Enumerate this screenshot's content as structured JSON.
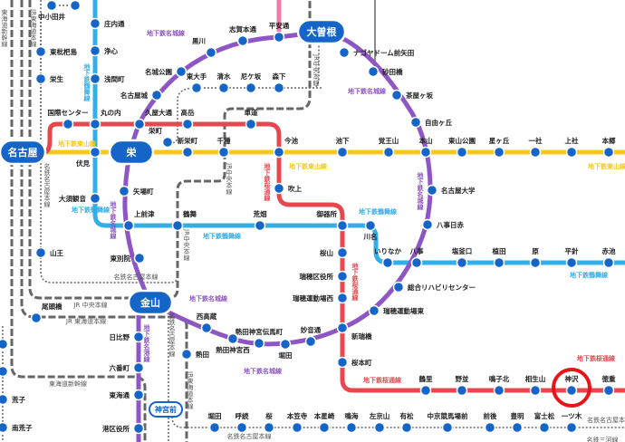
{
  "badges": [
    "名古屋",
    "栄",
    "大曽根",
    "金山",
    "神宮前"
  ],
  "stations": [
    "庄内通",
    "浄心",
    "浅間町",
    "東枇杷島",
    "栄生",
    "国際センター",
    "丸の内",
    "伏見",
    "大須観音",
    "山王",
    "尾頭橋",
    "名古屋城",
    "名城公園",
    "黒川",
    "志賀本通",
    "平安通",
    "ナゴヤドーム前矢田",
    "砂田橋",
    "茶屋ヶ坂",
    "自由ヶ丘",
    "本山",
    "名古屋大学",
    "八事日赤",
    "八事",
    "総合リハビリセンター",
    "瑞穂運動場東",
    "新瑞橋",
    "妙音通",
    "堀田",
    "熱田神宮伝馬町",
    "熱田神宮西",
    "西高蔵",
    "東別院",
    "矢場町",
    "久屋大通",
    "高岳",
    "車道",
    "今池",
    "吹上",
    "御器所",
    "桜山",
    "瑞穂区役所",
    "瑞穂運動場西",
    "桜本町",
    "鶴里",
    "野並",
    "鳴子北",
    "相生山",
    "神沢",
    "徳重",
    "新栄町",
    "千種",
    "池下",
    "覚王山",
    "東山公園",
    "星ヶ丘",
    "一社",
    "上社",
    "本郷",
    "上前津",
    "鶴舞",
    "荒畑",
    "川名",
    "いりなか",
    "塩釜口",
    "植田",
    "原",
    "平針",
    "赤池",
    "日比野",
    "六番町",
    "東海通",
    "港区役所",
    "熱田",
    "東大手",
    "清水",
    "尼ケ坂",
    "森下",
    "栄町",
    "中小田井",
    "荒子",
    "南荒子",
    "堀田",
    "呼続",
    "桜",
    "本笠寺",
    "本星崎",
    "鳴海",
    "左京山",
    "有松",
    "中京競馬場前",
    "前後",
    "豊明",
    "富士松",
    "一ツ木"
  ],
  "line_labels": [
    "地下鉄名城線",
    "地下鉄名城線",
    "地下鉄名城線",
    "地下鉄名城線",
    "地下鉄名城線",
    "地下鉄東山線",
    "地下鉄東山線",
    "地下鉄東山線",
    "地下鉄鶴舞線",
    "地下鉄鶴舞線",
    "地下鉄鶴舞線",
    "地下鉄鶴舞線",
    "地下鉄鶴舞線",
    "地下鉄桜通線",
    "地下鉄桜通線",
    "地下鉄桜通線",
    "地下鉄桜通線",
    "地下鉄名港線",
    "地下鉄名城線"
  ],
  "rail_labels": [
    "JR東海道本線",
    "東海道新幹線",
    "JR中央本線",
    "JR中央本線",
    "JR中央本線",
    "JR 中央本線",
    "JR 東海道本線",
    "名鉄名古屋本線",
    "名鉄名古屋本線",
    "東海道新幹線",
    "名鉄名古屋本線",
    "JR東海道本線",
    "名鉄名古屋本線",
    "名鉄名古屋本線",
    "名鉄三河線"
  ],
  "highlight": {
    "station": "神沢",
    "color": "#e8141a"
  },
  "colors": {
    "meijo": "#8e55c4",
    "higashiyama": "#f5c81c",
    "tsurumai": "#33aee8",
    "sakuradori": "#e8474e",
    "kamiiida": "#f07aa8",
    "station": "#1565c8",
    "badge": "#1565c8"
  }
}
